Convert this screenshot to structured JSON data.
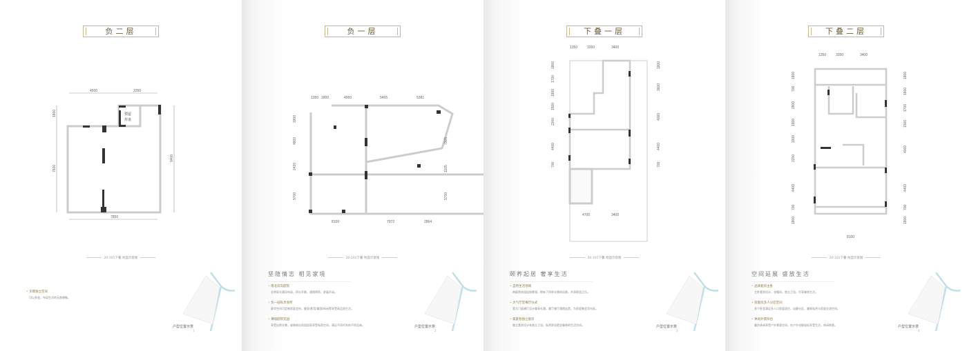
{
  "pages": [
    {
      "title": "负二层",
      "caption": "20-101下叠 地面示意图",
      "heading": "",
      "shaft_label": [
        "预留",
        "井道"
      ],
      "dims": {
        "top": [
          "4500",
          "3350"
        ],
        "left": [
          "1800",
          "7600"
        ],
        "right": [
          "9400"
        ],
        "bottom": [
          "7850"
        ]
      },
      "bullets": [
        {
          "title": "买赠独立空间",
          "desc": "可以多变，布局生活的无限想象。"
        }
      ],
      "map_label": "户型位置示意",
      "page_number": "1"
    },
    {
      "title": "负一层",
      "caption": "20-101下叠 地面示意图",
      "heading": "坚隐情志 相见家境",
      "dims": {
        "top": [
          "1350",
          "1800",
          "4950",
          "5455",
          "5381"
        ],
        "left": [
          "1800",
          "4800",
          "2420",
          "5700"
        ],
        "right": [
          "7905",
          "1165",
          "5700"
        ],
        "bottom": [
          "8100",
          "7972",
          "2864"
        ]
      },
      "bullets": [
        {
          "title": "南北双向庭院",
          "desc": "全明采光通风布局，四分开敞，通透明亮，舒展开阔。"
        },
        {
          "title": "负一层私享会所",
          "desc": "豪华空间可定制家庭会所，健身/影音/藏酒/休闲等享受高品质生活。"
        },
        {
          "title": "薄墙庭院花园",
          "desc": "享受自然光景，或装修出花园居家享受私密空间，满足不同代系的不同品味。"
        }
      ],
      "map_label": "户型位置示意",
      "page_number": "2"
    },
    {
      "title": "下叠一层",
      "caption": "20-101下叠 地面示意图",
      "heading": "颐养起居 奢享生活",
      "dims": {
        "top": [
          "1350",
          "3350",
          "3400"
        ],
        "left": [
          "1800",
          "1700",
          "1900",
          "1500",
          "2200",
          "4400",
          "700"
        ],
        "right": [
          "1800",
          "3600",
          "4000",
          "4400",
          "700"
        ],
        "bottom": [
          "4700",
          "3400"
        ]
      },
      "bullets": [
        {
          "title": "自然生活领域",
          "desc": "带庭院花园连接景观，拥有了四季交替的风景，共享群居之乐。"
        },
        {
          "title": "大气厅堂横厅仪式",
          "desc": "宽大门庭横厅设计尊享礼遇，客厅餐厅通透连贯，为家庭聚会添光彩。"
        },
        {
          "title": "家庭各独立套房",
          "desc": "独立套房设计有独立卫浴，私密舒适更显尊贵的生活空间。"
        }
      ],
      "map_label": "户型位置示意",
      "page_number": "3"
    },
    {
      "title": "下叠二层",
      "caption": "20-101下叠 地面示意图",
      "heading": "空间延展 盛放生活",
      "dims": {
        "top": [
          "1350",
          "3350",
          "3400"
        ],
        "left": [
          "1800",
          "700",
          "2800",
          "1900",
          "1800",
          "2200",
          "4400",
          "700",
          "1800"
        ],
        "right": [
          "1800",
          "1800",
          "1700",
          "1500",
          "4000",
          "4400",
          "700",
          "1800"
        ],
        "bottom": [
          "8100"
        ]
      },
      "bullets": [
        {
          "title": "品质套房主卧",
          "desc": "主卧套房设计，衣帽间，独立卫浴，尽享尊贵生活。"
        },
        {
          "title": "双套房多人分区空间",
          "desc": "多个卧室满足多人口家庭居住，动静分区，兼顾私密与家庭交流空间。"
        },
        {
          "title": "休闲外景阳台",
          "desc": "露台休闲享受户外景观空间，在户外也能轻松享受生活，休闲惬意。"
        }
      ],
      "map_label": "户型位置示意",
      "page_number": "4"
    }
  ]
}
